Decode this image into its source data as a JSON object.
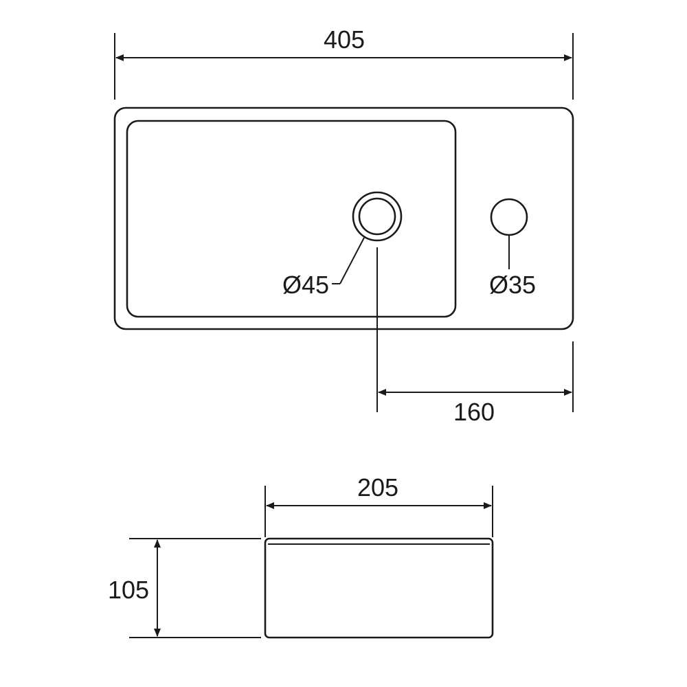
{
  "drawing": {
    "top_view": {
      "overall_length_label": "405",
      "drain_hole_label": "Ø45",
      "tap_hole_label": "Ø35",
      "drain_offset_label": "160"
    },
    "front_view": {
      "depth_label": "205",
      "height_label": "105"
    },
    "colors": {
      "line": "#1a1a1a",
      "background": "#ffffff"
    }
  }
}
